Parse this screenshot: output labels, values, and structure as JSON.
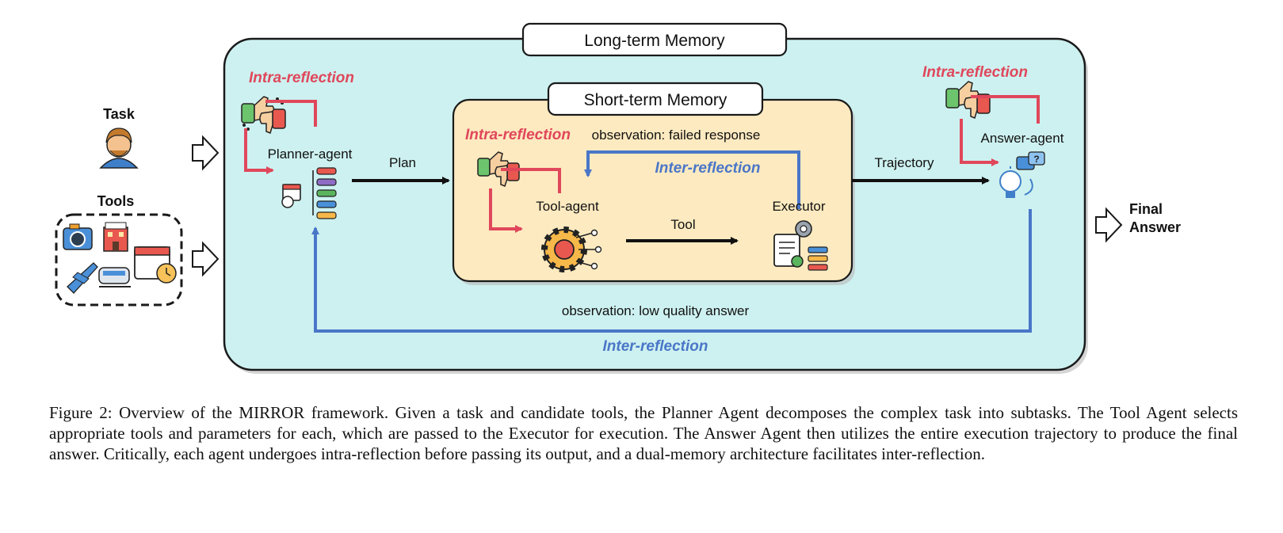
{
  "colors": {
    "long_term_bg": "#cdf1f0",
    "short_term_bg": "#fdeac0",
    "intra_red": "#e0475b",
    "inter_blue": "#4a76c8",
    "flow_black": "#111111"
  },
  "inputs": {
    "task_label": "Task",
    "tools_label": "Tools",
    "task_icon": "person-icon",
    "tool_icons": [
      "camera-icon",
      "hotel-icon",
      "calendar-clock-icon",
      "airplane-icon",
      "train-icon"
    ]
  },
  "long_term_memory": {
    "title": "Long-term Memory",
    "planner_intra_label": "Intra-reflection",
    "planner_label": "Planner-agent",
    "plan_label": "Plan",
    "trajectory_label": "Trajectory",
    "answer_intra_label": "Intra-reflection",
    "answer_label": "Answer-agent",
    "observation_label": "observation: low quality answer",
    "inter_label": "Inter-reflection"
  },
  "short_term_memory": {
    "title": "Short-term Memory",
    "intra_label": "Intra-reflection",
    "observation_label": "observation: failed response",
    "inter_label": "Inter-reflection",
    "tool_agent_label": "Tool-agent",
    "tool_label": "Tool",
    "executor_label": "Executor"
  },
  "output": {
    "final_label_line1": "Final",
    "final_label_line2": "Answer"
  },
  "caption": "Figure 2: Overview of the MIRROR framework. Given a task and candidate tools, the Planner Agent decomposes the complex task into subtasks. The Tool Agent selects appropriate tools and parameters for each, which are passed to the Executor for execution. The Answer Agent then utilizes the entire execution trajectory to produce the final answer. Critically, each agent undergoes intra-reflection before passing its output, and a dual-memory architecture facilitates inter-reflection."
}
